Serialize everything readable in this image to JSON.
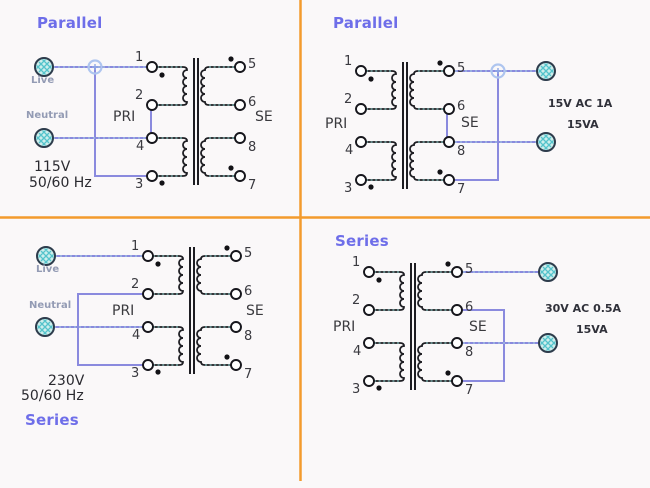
{
  "colors": {
    "divider_orange": "#f39b2d",
    "heading_blue": "#6e6ee9",
    "wire_blue": "#8a8ade",
    "schematic_black": "#1d1d22",
    "terminal_fill": "#cdeeec",
    "terminal_hatch": "#54c3cb",
    "junction_ring": "#aec5ef"
  },
  "quadrants": {
    "top_left": {
      "title": "Parallel",
      "pri_label": "PRI",
      "sec_label": "SE",
      "live_label": "Live",
      "neutral_label": "Neutral",
      "rating_line1": "115V",
      "rating_line2": "50/60 Hz",
      "pins": {
        "p1": "1",
        "p2": "2",
        "p3": "3",
        "p4": "4",
        "p5": "5",
        "p6": "6",
        "p7": "7",
        "p8": "8"
      }
    },
    "top_right": {
      "title": "Parallel",
      "pri_label": "PRI",
      "sec_label": "SE",
      "output_line1": "15V AC 1A",
      "output_line2": "15VA",
      "pins": {
        "p1": "1",
        "p2": "2",
        "p3": "3",
        "p4": "4",
        "p5": "5",
        "p6": "6",
        "p7": "7",
        "p8": "8"
      }
    },
    "bottom_left": {
      "title": "Series",
      "pri_label": "PRI",
      "sec_label": "SE",
      "live_label": "Live",
      "neutral_label": "Neutral",
      "rating_line1": "230V",
      "rating_line2": "50/60 Hz",
      "pins": {
        "p1": "1",
        "p2": "2",
        "p3": "3",
        "p4": "4",
        "p5": "5",
        "p6": "6",
        "p7": "7",
        "p8": "8"
      }
    },
    "bottom_right": {
      "title": "Series",
      "pri_label": "PRI",
      "sec_label": "SE",
      "output_line1": "30V AC 0.5A",
      "output_line2": "15VA",
      "pins": {
        "p1": "1",
        "p2": "2",
        "p3": "3",
        "p4": "4",
        "p5": "5",
        "p6": "6",
        "p7": "7",
        "p8": "8"
      }
    }
  }
}
